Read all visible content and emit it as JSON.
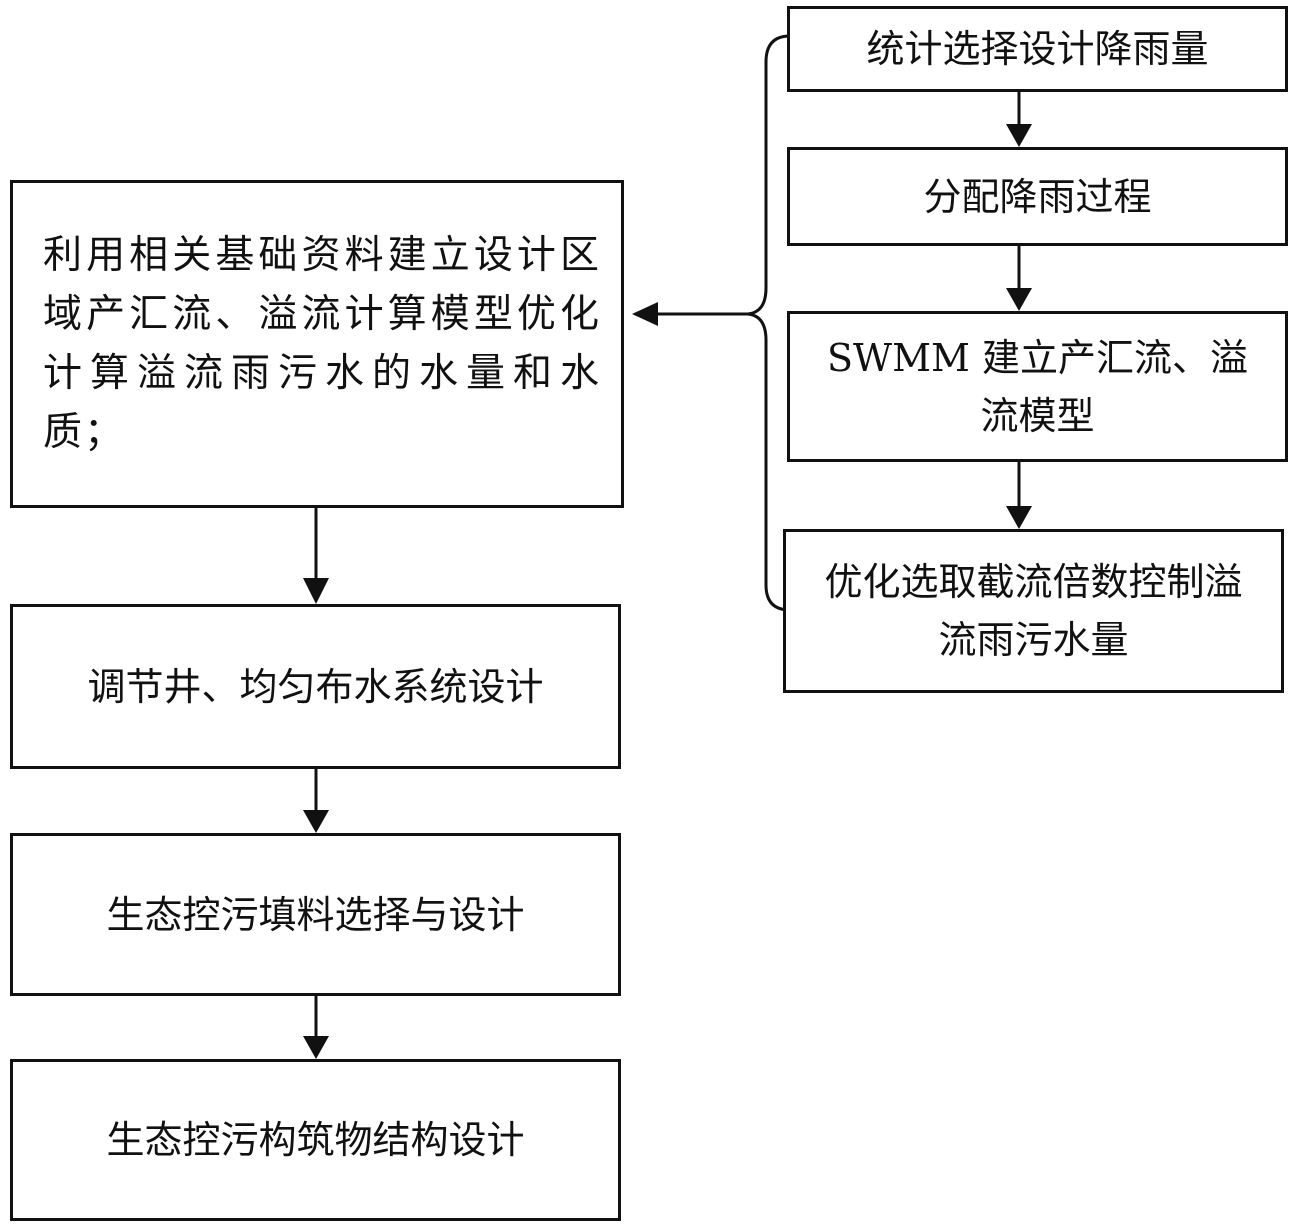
{
  "main_steps": [
    {
      "id": "step-1",
      "text": "利用相关基础资料建立设计区域产汇流、溢流计算模型优化计算溢流雨污水的水量和水质；"
    },
    {
      "id": "step-2",
      "text": "调节井、均匀布水系统设计"
    },
    {
      "id": "step-3",
      "text": "生态控污填料选择与设计"
    },
    {
      "id": "step-4",
      "text": "生态控污构筑物结构设计"
    }
  ],
  "sub_steps": [
    {
      "id": "sub-1",
      "text": "统计选择设计降雨量"
    },
    {
      "id": "sub-2",
      "text": "分配降雨过程"
    },
    {
      "id": "sub-3",
      "text": "SWMM 建立产汇流、溢流模型"
    },
    {
      "id": "sub-4",
      "text": "优化选取截流倍数控制溢流雨污水量"
    }
  ],
  "colors": {
    "line": "#111111",
    "background": "#ffffff"
  }
}
